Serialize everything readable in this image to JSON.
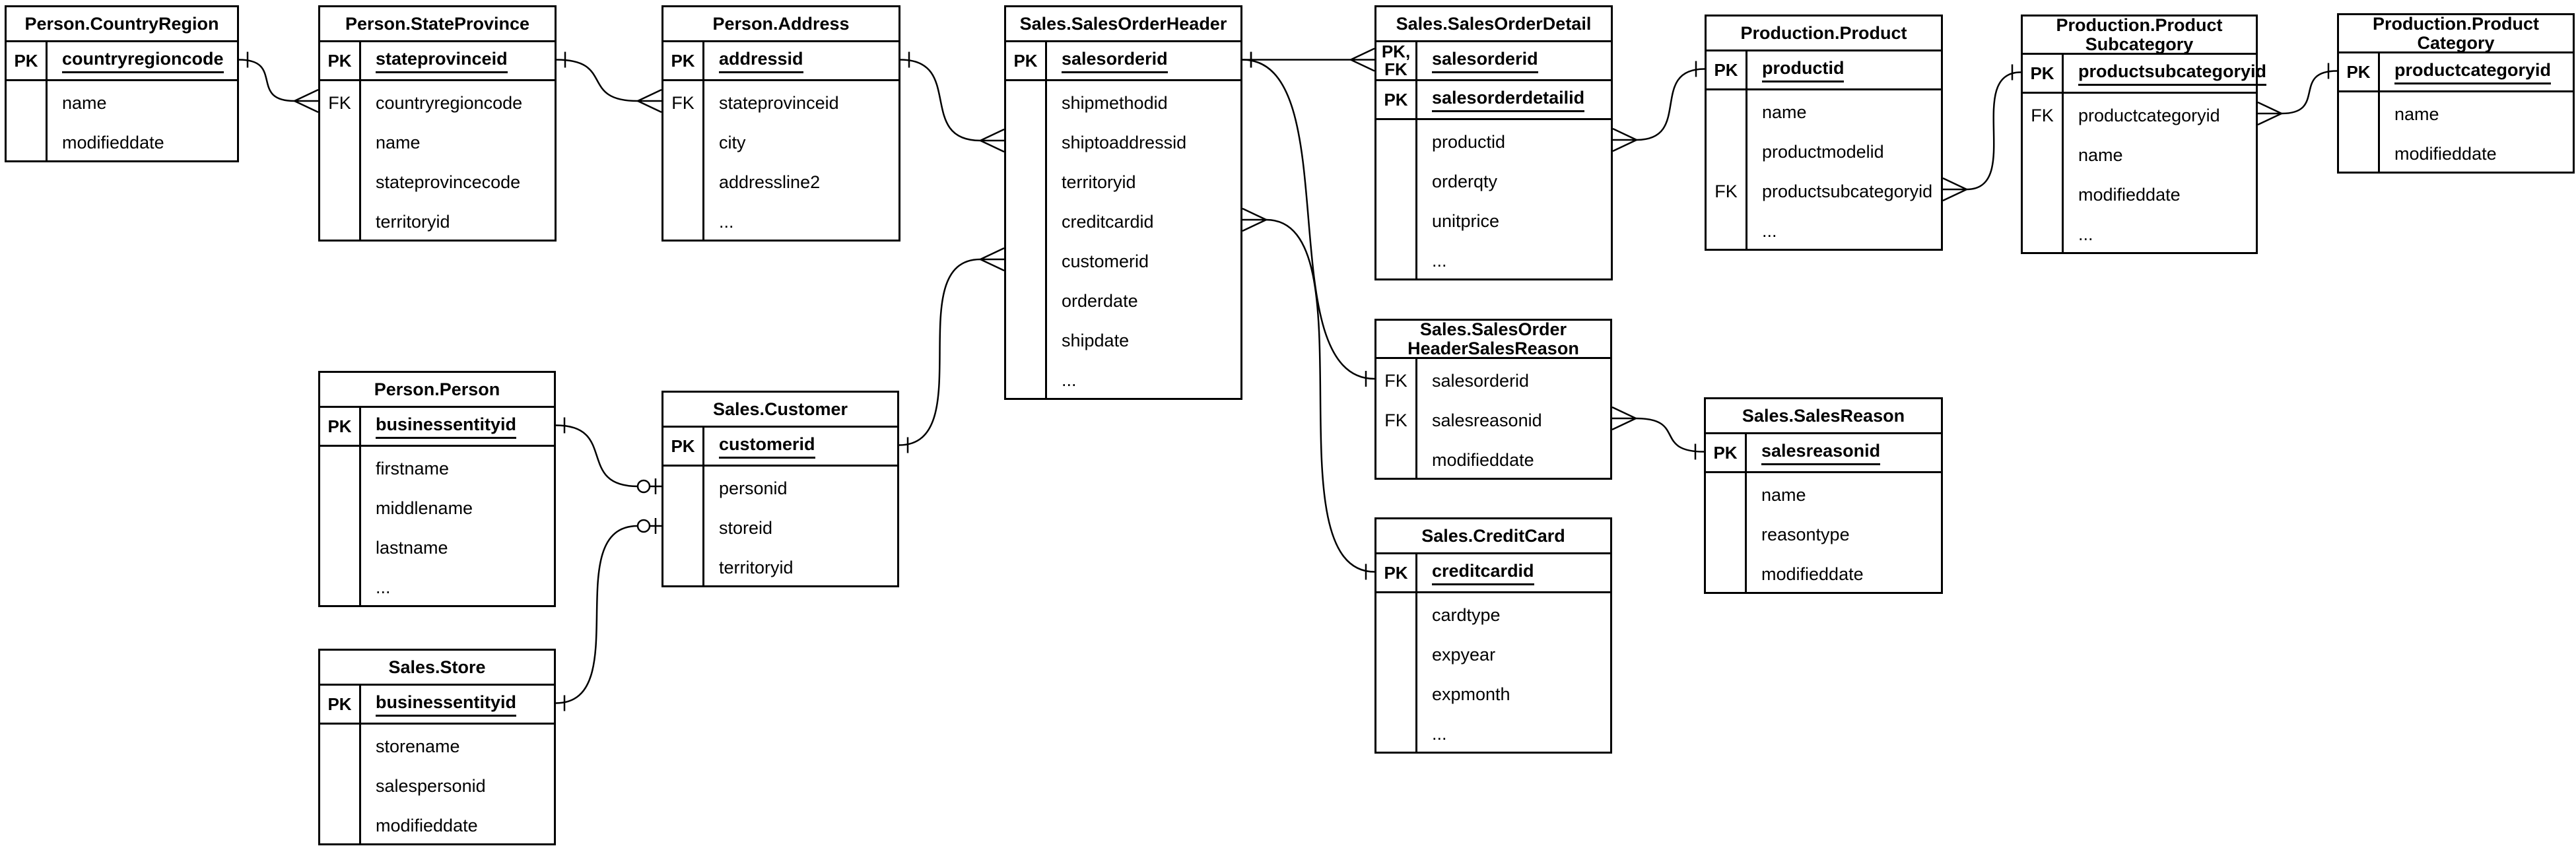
{
  "diagram": {
    "colors": {
      "line": "#000000",
      "background": "#ffffff"
    },
    "tables": [
      {
        "id": "person_countryregion",
        "title": [
          "Person.CountryRegion"
        ],
        "key_rows": [
          {
            "key": "PK",
            "field": "countryregioncode",
            "underline": true
          }
        ],
        "body_fields": [
          {
            "key": "",
            "field": "name"
          },
          {
            "key": "",
            "field": "modifieddate"
          }
        ]
      },
      {
        "id": "person_stateprovince",
        "title": [
          "Person.StateProvince"
        ],
        "key_rows": [
          {
            "key": "PK",
            "field": "stateprovinceid",
            "underline": true
          }
        ],
        "body_fields": [
          {
            "key": "FK",
            "field": "countryregioncode"
          },
          {
            "key": "",
            "field": "name"
          },
          {
            "key": "",
            "field": "stateprovincecode"
          },
          {
            "key": "",
            "field": "territoryid"
          }
        ]
      },
      {
        "id": "person_address",
        "title": [
          "Person.Address"
        ],
        "key_rows": [
          {
            "key": "PK",
            "field": "addressid",
            "underline": true
          }
        ],
        "body_fields": [
          {
            "key": "FK",
            "field": "stateprovinceid"
          },
          {
            "key": "",
            "field": "city"
          },
          {
            "key": "",
            "field": "addressline2"
          },
          {
            "key": "",
            "field": "..."
          }
        ]
      },
      {
        "id": "sales_salesorderheader",
        "title": [
          "Sales.SalesOrderHeader"
        ],
        "key_rows": [
          {
            "key": "PK",
            "field": "salesorderid",
            "underline": true
          }
        ],
        "body_fields": [
          {
            "key": "",
            "field": "shipmethodid"
          },
          {
            "key": "",
            "field": "shiptoaddressid"
          },
          {
            "key": "",
            "field": "territoryid"
          },
          {
            "key": "",
            "field": "creditcardid"
          },
          {
            "key": "",
            "field": "customerid"
          },
          {
            "key": "",
            "field": "orderdate"
          },
          {
            "key": "",
            "field": "shipdate"
          },
          {
            "key": "",
            "field": "..."
          }
        ]
      },
      {
        "id": "sales_salesorderdetail",
        "title": [
          "Sales.SalesOrderDetail"
        ],
        "key_rows": [
          {
            "key": "PK,\nFK",
            "field": "salesorderid",
            "underline": true
          },
          {
            "key": "PK",
            "field": "salesorderdetailid",
            "underline": true
          }
        ],
        "body_fields": [
          {
            "key": "",
            "field": "productid"
          },
          {
            "key": "",
            "field": "orderqty"
          },
          {
            "key": "",
            "field": "unitprice"
          },
          {
            "key": "",
            "field": "..."
          }
        ]
      },
      {
        "id": "production_product",
        "title": [
          "Production.Product"
        ],
        "key_rows": [
          {
            "key": "PK",
            "field": "productid",
            "underline": true
          }
        ],
        "body_fields": [
          {
            "key": "",
            "field": "name"
          },
          {
            "key": "",
            "field": "productmodelid"
          },
          {
            "key": "FK",
            "field": "productsubcategoryid"
          },
          {
            "key": "",
            "field": "..."
          }
        ]
      },
      {
        "id": "production_productsubcategory",
        "title": [
          "Production.Product",
          "Subcategory"
        ],
        "key_rows": [
          {
            "key": "PK",
            "field": "productsubcategoryid",
            "underline": true
          }
        ],
        "body_fields": [
          {
            "key": "FK",
            "field": "productcategoryid"
          },
          {
            "key": "",
            "field": "name"
          },
          {
            "key": "",
            "field": "modifieddate"
          },
          {
            "key": "",
            "field": "..."
          }
        ]
      },
      {
        "id": "production_productcategory",
        "title": [
          "Production.Product",
          "Category"
        ],
        "key_rows": [
          {
            "key": "PK",
            "field": "productcategoryid",
            "underline": true
          }
        ],
        "body_fields": [
          {
            "key": "",
            "field": "name"
          },
          {
            "key": "",
            "field": "modifieddate"
          }
        ]
      },
      {
        "id": "person_person",
        "title": [
          "Person.Person"
        ],
        "key_rows": [
          {
            "key": "PK",
            "field": "businessentityid",
            "underline": true
          }
        ],
        "body_fields": [
          {
            "key": "",
            "field": "firstname"
          },
          {
            "key": "",
            "field": "middlename"
          },
          {
            "key": "",
            "field": "lastname"
          },
          {
            "key": "",
            "field": "..."
          }
        ]
      },
      {
        "id": "sales_customer",
        "title": [
          "Sales.Customer"
        ],
        "key_rows": [
          {
            "key": "PK",
            "field": "customerid",
            "underline": true
          }
        ],
        "body_fields": [
          {
            "key": "",
            "field": "personid"
          },
          {
            "key": "",
            "field": "storeid"
          },
          {
            "key": "",
            "field": "territoryid"
          }
        ]
      },
      {
        "id": "sales_store",
        "title": [
          "Sales.Store"
        ],
        "key_rows": [
          {
            "key": "PK",
            "field": "businessentityid",
            "underline": true
          }
        ],
        "body_fields": [
          {
            "key": "",
            "field": "storename"
          },
          {
            "key": "",
            "field": "salespersonid"
          },
          {
            "key": "",
            "field": "modifieddate"
          }
        ]
      },
      {
        "id": "sales_salesorderheadersalesreason",
        "title": [
          "Sales.SalesOrder",
          "HeaderSalesReason"
        ],
        "key_rows": [],
        "body_fields": [
          {
            "key": "FK",
            "field": "salesorderid"
          },
          {
            "key": "FK",
            "field": "salesreasonid"
          },
          {
            "key": "",
            "field": "modifieddate"
          }
        ]
      },
      {
        "id": "sales_salesreason",
        "title": [
          "Sales.SalesReason"
        ],
        "key_rows": [
          {
            "key": "PK",
            "field": "salesreasonid",
            "underline": true
          }
        ],
        "body_fields": [
          {
            "key": "",
            "field": "name"
          },
          {
            "key": "",
            "field": "reasontype"
          },
          {
            "key": "",
            "field": "modifieddate"
          }
        ]
      },
      {
        "id": "sales_creditcard",
        "title": [
          "Sales.CreditCard"
        ],
        "key_rows": [
          {
            "key": "PK",
            "field": "creditcardid",
            "underline": true
          }
        ],
        "body_fields": [
          {
            "key": "",
            "field": "cardtype"
          },
          {
            "key": "",
            "field": "expyear"
          },
          {
            "key": "",
            "field": "expmonth"
          },
          {
            "key": "",
            "field": "..."
          }
        ]
      }
    ],
    "relationships": [
      {
        "from": "person_countryregion",
        "from_field": "countryregioncode",
        "from_marker": "one",
        "to": "person_stateprovince",
        "to_field": "countryregioncode",
        "to_marker": "many"
      },
      {
        "from": "person_stateprovince",
        "from_field": "stateprovinceid",
        "from_marker": "one",
        "to": "person_address",
        "to_field": "stateprovinceid",
        "to_marker": "many"
      },
      {
        "from": "person_address",
        "from_field": "addressid",
        "from_marker": "one",
        "to": "sales_salesorderheader",
        "to_field": "shiptoaddressid",
        "to_marker": "many"
      },
      {
        "from": "sales_customer",
        "from_field": "customerid",
        "from_marker": "one",
        "to": "sales_salesorderheader",
        "to_field": "customerid",
        "to_marker": "many"
      },
      {
        "from": "person_person",
        "from_field": "businessentityid",
        "from_marker": "one",
        "to": "sales_customer",
        "to_field": "personid",
        "to_marker": "zero-one"
      },
      {
        "from": "sales_store",
        "from_field": "businessentityid",
        "from_marker": "one",
        "to": "sales_customer",
        "to_field": "storeid",
        "to_marker": "zero-one"
      },
      {
        "from": "sales_salesorderheader",
        "from_field": "salesorderid",
        "from_marker": "one",
        "to": "sales_salesorderdetail",
        "to_field": "salesorderid",
        "to_marker": "many"
      },
      {
        "from": "sales_salesorderheader",
        "from_field": "salesorderid",
        "from_marker": "one",
        "to": "sales_salesorderheadersalesreason",
        "to_field": "salesorderid",
        "to_marker": "one"
      },
      {
        "from": "sales_salesorderheader",
        "from_field": "creditcardid",
        "from_marker": "many",
        "to": "sales_creditcard",
        "to_field": "creditcardid",
        "to_marker": "one"
      },
      {
        "from": "sales_salesorderdetail",
        "from_field": "productid",
        "from_marker": "many",
        "to": "production_product",
        "to_field": "productid",
        "to_marker": "one"
      },
      {
        "from": "production_product",
        "from_field": "productsubcategoryid",
        "from_marker": "many",
        "to": "production_productsubcategory",
        "to_field": "productsubcategoryid",
        "to_marker": "one"
      },
      {
        "from": "production_productsubcategory",
        "from_field": "productcategoryid",
        "from_marker": "many",
        "to": "production_productcategory",
        "to_field": "productcategoryid",
        "to_marker": "one"
      },
      {
        "from": "sales_salesorderheadersalesreason",
        "from_field": "salesreasonid",
        "from_marker": "many",
        "to": "sales_salesreason",
        "to_field": "salesreasonid",
        "to_marker": "one"
      }
    ]
  }
}
